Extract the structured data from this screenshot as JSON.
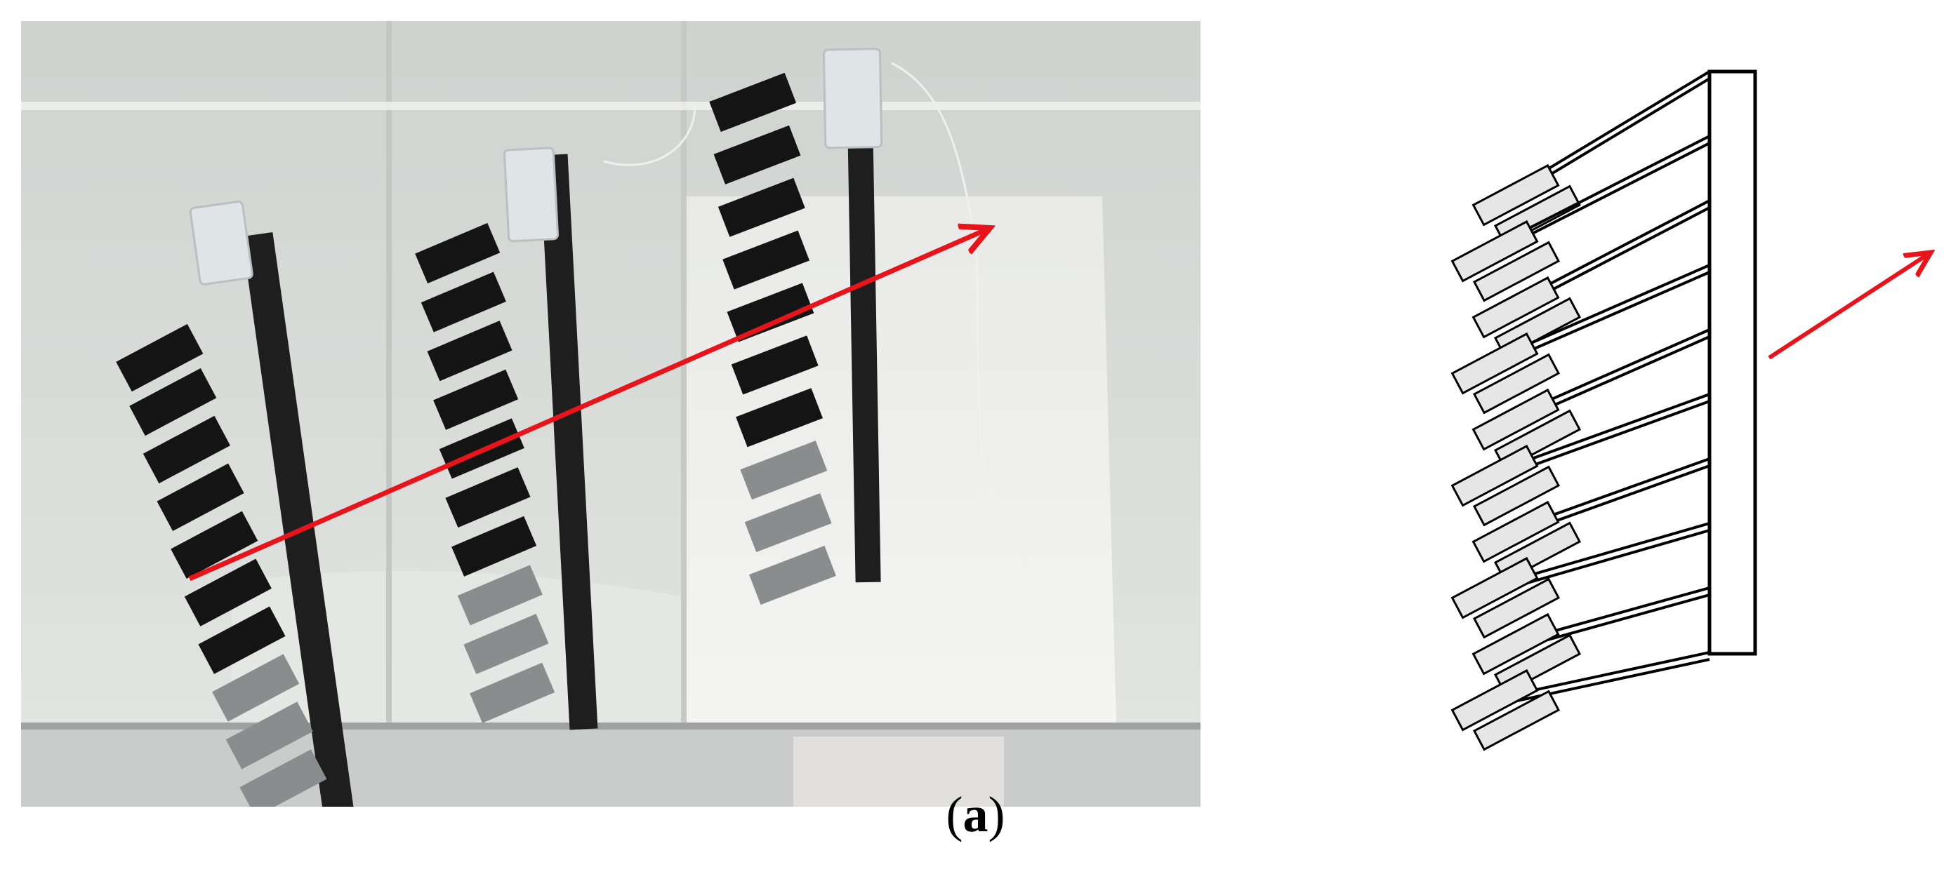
{
  "figure": {
    "caption_open": "(",
    "caption_label": "a",
    "caption_close": ")"
  },
  "photo": {
    "frames": 3,
    "fins_per_robot": 10,
    "trajectory_arrow": {
      "color": "#e8141b"
    }
  },
  "schematic": {
    "fins": 10,
    "motion_arrow": {
      "color": "#e8141b"
    }
  }
}
